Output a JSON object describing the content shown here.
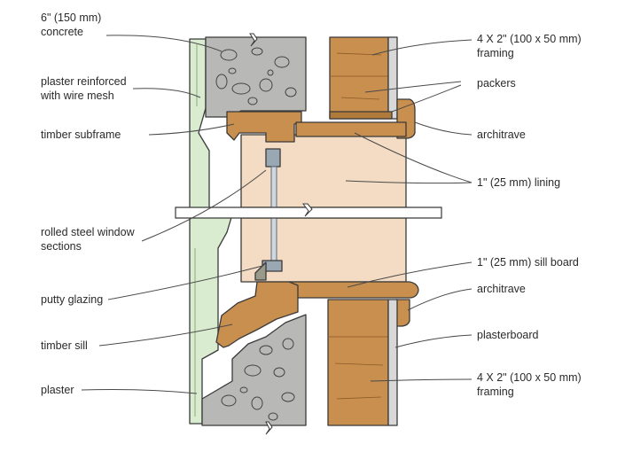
{
  "labels": {
    "concrete": [
      "6\" (150 mm)",
      "concrete"
    ],
    "plaster_mesh": [
      "plaster reinforced",
      "with wire mesh"
    ],
    "timber_subframe": "timber subframe",
    "steel_sections": [
      "rolled steel window",
      "sections"
    ],
    "putty_glazing": "putty glazing",
    "timber_sill": "timber sill",
    "plaster": "plaster",
    "framing_top": [
      "4 X 2\" (100 x 50 mm)",
      "framing"
    ],
    "packers": "packers",
    "architrave_top": "architrave",
    "lining": "1\" (25 mm) lining",
    "sill_board": "1\" (25 mm) sill board",
    "architrave_bottom": "architrave",
    "plasterboard": "plasterboard",
    "framing_bottom": [
      "4 X 2\" (100 x 50 mm)",
      "framing"
    ]
  },
  "colors": {
    "concrete": "#b8b8b6",
    "plaster": "#d9ecd0",
    "timber": "#c98f4e",
    "timber_dark": "#b07a3a",
    "lining": "#f3dcc3",
    "steel": "#9aa8b4",
    "plasterboard": "#d8d8d8",
    "line": "#3a3a3a"
  }
}
